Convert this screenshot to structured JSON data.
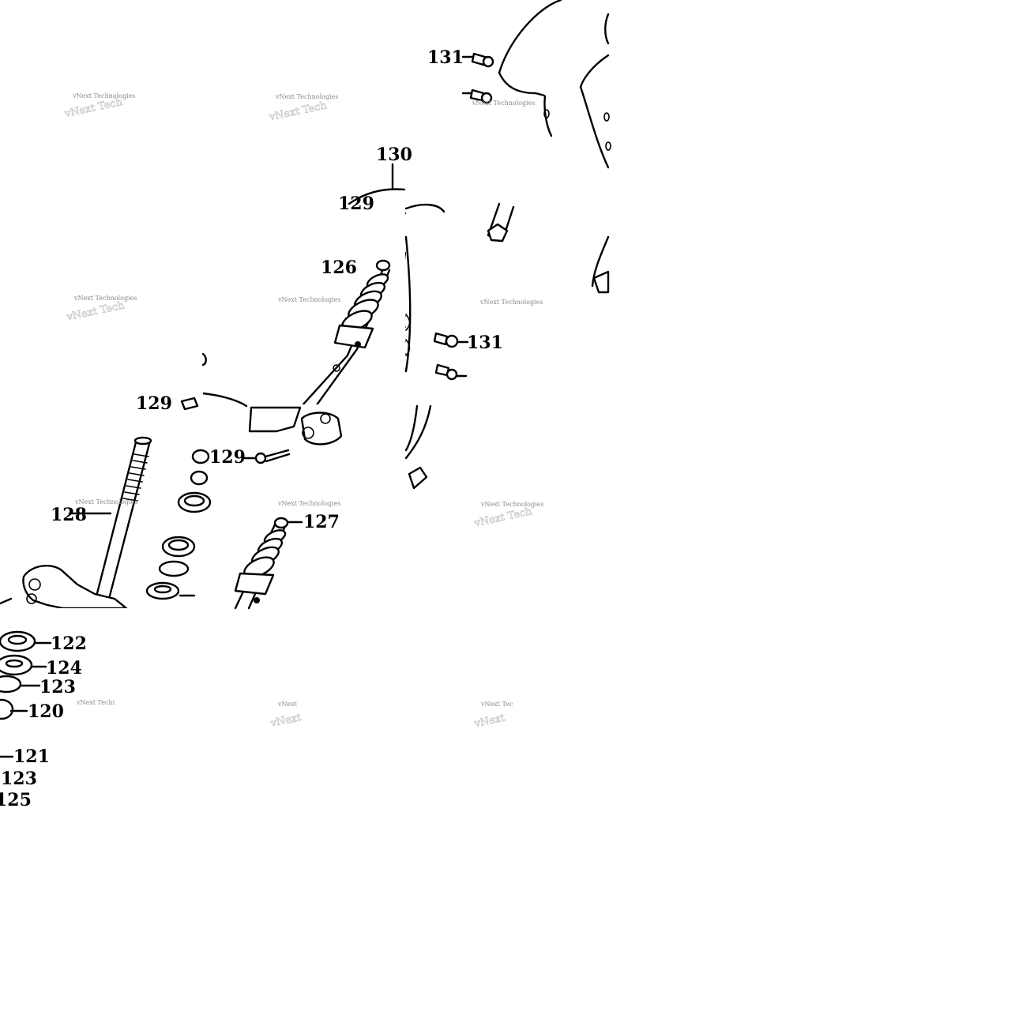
{
  "watermark": {
    "text": "vNext Technologies"
  },
  "labels": {
    "p120": "120",
    "p121": "121",
    "p122": "122",
    "p123a": "123",
    "p123b": "123",
    "p124": "124",
    "p125": "125",
    "p126": "126",
    "p127": "127",
    "p128": "128",
    "p129a": "129",
    "p129b": "129",
    "p129c": "129",
    "p130": "130",
    "p131a": "131",
    "p131b": "131"
  }
}
